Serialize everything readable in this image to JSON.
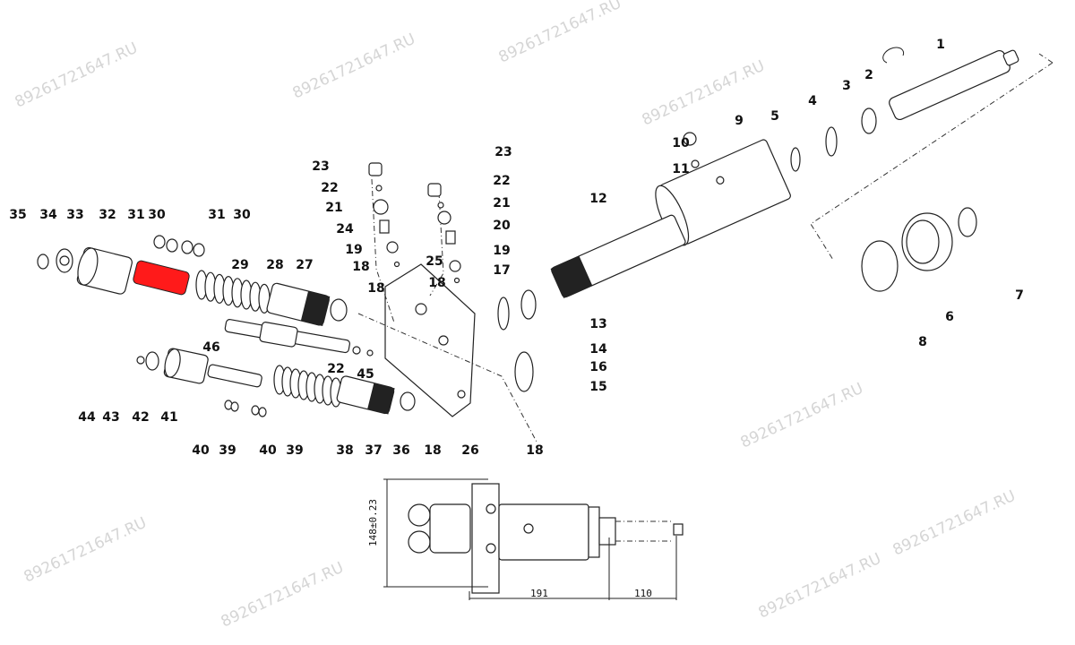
{
  "diagram": {
    "watermark": "89261721647.RU",
    "highlight_color": "#ff1a1a",
    "highlighted_part": "32",
    "part_labels": [
      "1",
      "2",
      "3",
      "4",
      "5",
      "9",
      "10",
      "11",
      "12",
      "23",
      "22",
      "21",
      "20",
      "19",
      "17",
      "13",
      "14",
      "16",
      "15",
      "23",
      "22",
      "21",
      "24",
      "19",
      "18",
      "25",
      "18",
      "18",
      "27",
      "28",
      "29",
      "31",
      "30",
      "31",
      "30",
      "32",
      "33",
      "34",
      "35",
      "46",
      "22",
      "45",
      "44",
      "43",
      "42",
      "41",
      "40",
      "39",
      "40",
      "39",
      "38",
      "37",
      "36",
      "18",
      "26",
      "18",
      "6",
      "7",
      "8"
    ],
    "dimensions": {
      "height": "148±0.23",
      "length_a": "191",
      "length_b": "110"
    }
  }
}
